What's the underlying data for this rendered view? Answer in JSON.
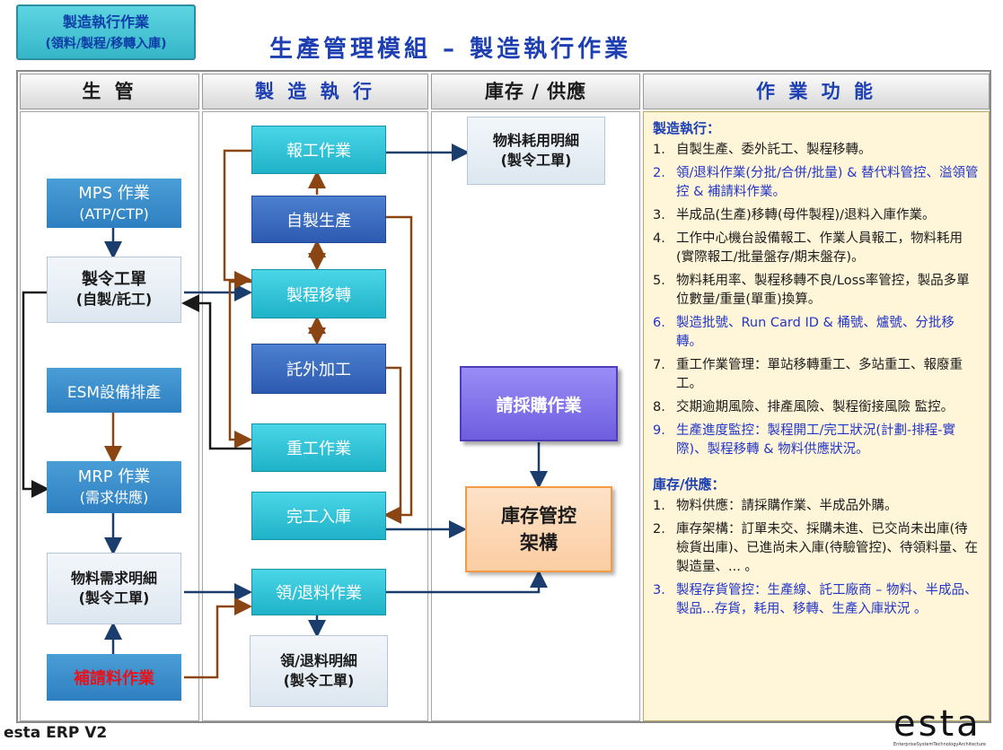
{
  "tag": {
    "line1": "製造執行作業",
    "line2": "(領料/製程/移轉入庫)"
  },
  "title": "生產管理模組 – 製造執行作業",
  "columns": [
    "生 管",
    "製 造 執 行",
    "庫存 / 供應",
    "作 業 功 能"
  ],
  "planning": {
    "mps": {
      "line1": "MPS 作業",
      "line2": "(ATP/CTP)"
    },
    "mo": {
      "line1": "製令工單",
      "line2": "(自製/託工)"
    },
    "esm": "ESM設備排產",
    "mrp": {
      "line1": "MRP 作業",
      "line2": "(需求供應)"
    },
    "req": {
      "line1": "物料需求明細",
      "line2": "(製令工單)"
    },
    "supp": "補請料作業"
  },
  "execution": {
    "report": "報工作業",
    "self": "自製生產",
    "move": "製程移轉",
    "outsrc": "託外加工",
    "rework": "重工作業",
    "complete": "完工入庫",
    "issue": "領/退料作業",
    "issue_doc": {
      "line1": "領/退料明細",
      "line2": "(製令工單)"
    }
  },
  "inventory": {
    "usage_doc": {
      "line1": "物料耗用明細",
      "line2": "(製令工單)"
    },
    "purchase": "請採購作業",
    "inv": {
      "line1": "庫存管控",
      "line2": "架構"
    }
  },
  "functions": {
    "mfg_title": "製造執行：",
    "mfg_items": [
      {
        "n": "1.",
        "t": "自製生產、委外託工、製程移轉。",
        "blue": false
      },
      {
        "n": "2.",
        "t": "領/退料作業(分批/合併/批量) & 替代料管控、溢領管控 & 補請料作業。",
        "blue": true
      },
      {
        "n": "3.",
        "t": "半成品(生產)移轉(母件製程)/退料入庫作業。",
        "blue": false
      },
      {
        "n": "4.",
        "t": "工作中心機台設備報工、作業人員報工，物料耗用(實際報工/批量盤存/期末盤存)。",
        "blue": false
      },
      {
        "n": "5.",
        "t": "物料耗用率、製程移轉不良/Loss率管控，製品多單位數量/重量(單重)換算。",
        "blue": false
      },
      {
        "n": "6.",
        "t": "製造批號、Run Card ID & 桶號、爐號、分批移轉。",
        "blue": true
      },
      {
        "n": "7.",
        "t": "重工作業管理：單站移轉重工、多站重工、報廢重工。",
        "blue": false
      },
      {
        "n": "8.",
        "t": "交期逾期風險、排產風險、製程銜接風險 監控。",
        "blue": false
      },
      {
        "n": "9.",
        "t": "生產進度監控：製程開工/完工狀況(計劃-排程-實際)、製程移轉 & 物料供應狀況。",
        "blue": true
      }
    ],
    "inv_title": "庫存/供應：",
    "inv_items": [
      {
        "n": "1.",
        "t": "物料供應：請採購作業、半成品外購。",
        "blue": false
      },
      {
        "n": "2.",
        "t": "庫存架構：訂單未交、採購未進、已交尚未出庫(待檢貨出庫)、已進尚未入庫(待驗管控)、待領料量、在製造量、... 。",
        "blue": false
      },
      {
        "n": "3.",
        "t": "製程存貨管控：生產線、託工廠商 – 物料、半成品、製品...存貨，耗用、移轉、生產入庫狀況 。",
        "blue": true
      }
    ]
  },
  "brand": "esta ERP V2",
  "logo": {
    "word": "esta",
    "tagline": "EnterpriseSystemTechnologyArchitecture"
  },
  "colors": {
    "accent": "#1d3fb2",
    "arrow_blue": "#1b3d6e",
    "arrow_brown": "#8a4513",
    "highlight": "#e8121b"
  }
}
